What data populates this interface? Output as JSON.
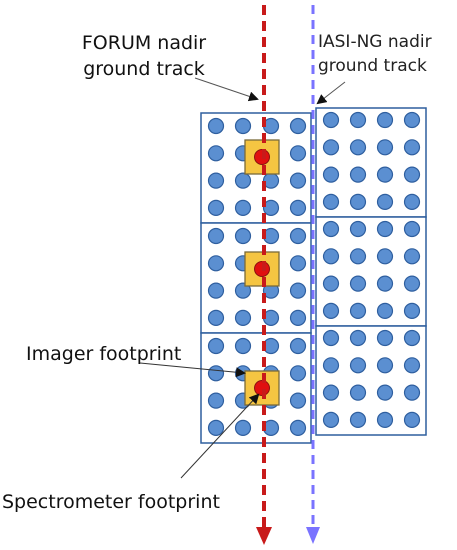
{
  "labels": {
    "forum_line1": "FORUM nadir",
    "forum_line2": "ground track",
    "iasi_line1": "IASI-NG nadir",
    "iasi_line2": "ground track",
    "imager": "Imager footprint",
    "spectrometer": "Spectrometer footprint"
  },
  "colors": {
    "grid_stroke": "#2e5f9e",
    "dot_fill": "#5b8fd1",
    "dot_stroke": "#2f5f9f",
    "imager_fill": "#f5c542",
    "imager_stroke": "#7a6a3a",
    "spectrometer_fill": "#e01010",
    "forum_track": "#c81a1a",
    "iasi_track": "#7a73ff",
    "arrow": "#111111"
  },
  "forum_blocks": {
    "count": 3,
    "rows_per_block": 4,
    "cols_per_block": 4
  },
  "iasi_blocks": {
    "count": 3,
    "rows_per_block": 4,
    "cols_per_block": 4
  }
}
